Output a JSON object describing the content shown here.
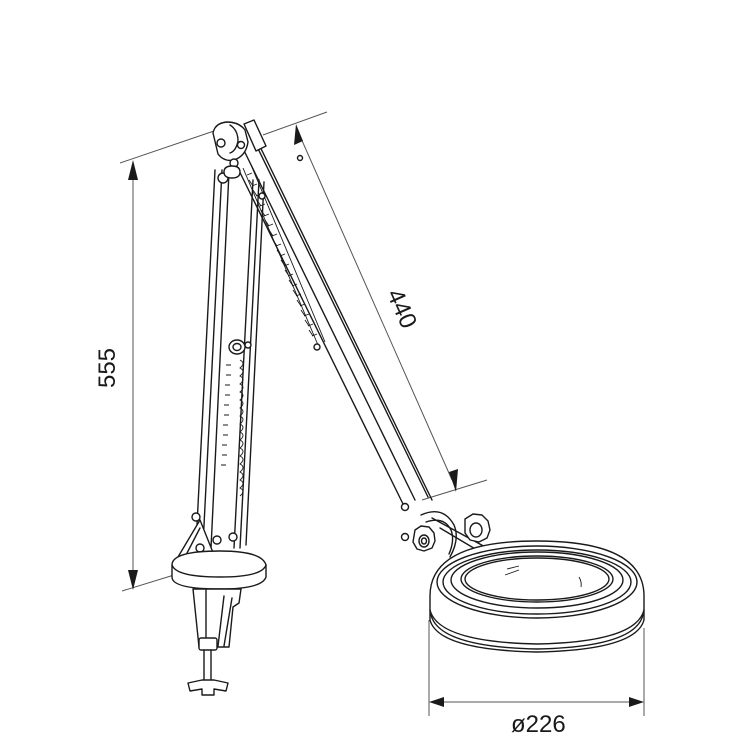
{
  "drawing": {
    "subject": "Articulated magnifier lamp with table clamp",
    "line_color": "#1a1a1a",
    "dimension_line_color": "#555555",
    "background": "#ffffff"
  },
  "dimensions": {
    "height": {
      "label": "555",
      "orientation": "vertical"
    },
    "arm_length": {
      "label": "440",
      "orientation": "diagonal"
    },
    "head_diameter": {
      "label": "ø226",
      "orientation": "horizontal"
    }
  },
  "parts": [
    {
      "name": "Table clamp with screw knob"
    },
    {
      "name": "Base mount"
    },
    {
      "name": "Lower arm with spring"
    },
    {
      "name": "Upper arm with spring"
    },
    {
      "name": "Top hinge joint"
    },
    {
      "name": "Head tilt knobs"
    },
    {
      "name": "Magnifier head with lens"
    }
  ]
}
